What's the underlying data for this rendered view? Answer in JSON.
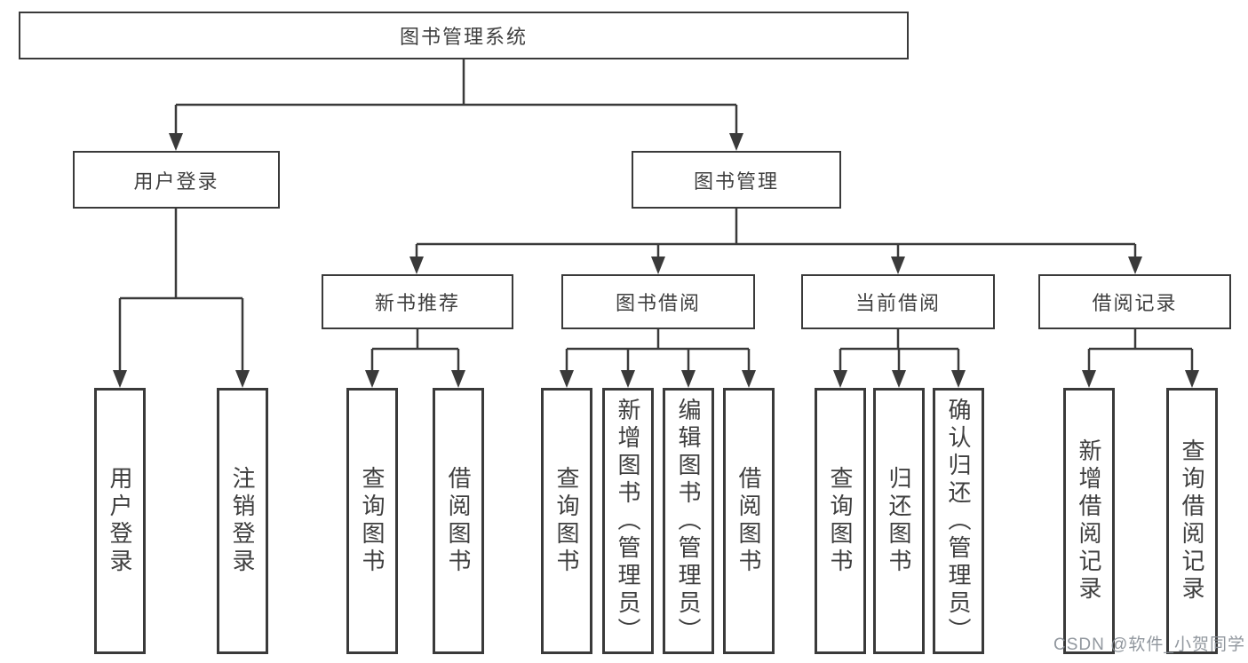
{
  "diagram": {
    "root": {
      "label": "图书管理系统"
    },
    "branches": [
      {
        "label": "用户登录",
        "children": [
          {
            "label": "用户登录"
          },
          {
            "label": "注销登录"
          }
        ]
      },
      {
        "label": "图书管理",
        "children": [
          {
            "label": "新书推荐",
            "children": [
              {
                "label": "查询图书"
              },
              {
                "label": "借阅图书"
              }
            ]
          },
          {
            "label": "图书借阅",
            "children": [
              {
                "label": "查询图书"
              },
              {
                "label": "新增图书（管理员）"
              },
              {
                "label": "编辑图书（管理员）"
              },
              {
                "label": "借阅图书"
              }
            ]
          },
          {
            "label": "当前借阅",
            "children": [
              {
                "label": "查询图书"
              },
              {
                "label": "归还图书"
              },
              {
                "label": "确认归还（管理员）"
              }
            ]
          },
          {
            "label": "借阅记录",
            "children": [
              {
                "label": "新增借阅记录"
              },
              {
                "label": "查询借阅记录"
              }
            ]
          }
        ]
      }
    ]
  },
  "watermark": {
    "text": "CSDN @软件_小贺同学"
  },
  "colors": {
    "line": "#3a3a3a",
    "text": "#3f3f3f",
    "watermark": "#888e96",
    "background": "#ffffff"
  }
}
